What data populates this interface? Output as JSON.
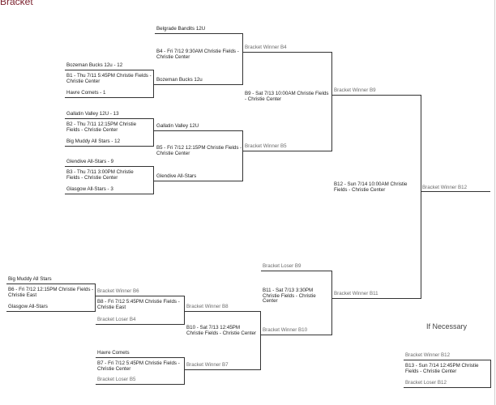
{
  "page": {
    "title": "Bracket",
    "if_necessary_label": "If Necessary"
  },
  "games": {
    "b1": {
      "top_team": "Bozeman Bucks 12u - 12",
      "info": "B1 - Thu 7/11 5:45PM Christie Fields - Christie Center",
      "bottom_team": "Havre Comets - 1"
    },
    "b2": {
      "top_team": "Gallatin Valley 12U - 13",
      "info": "B2 - Thu 7/11 12:15PM Christie Fields - Christie Center",
      "bottom_team": "Big Muddy All Stars - 12"
    },
    "b3": {
      "top_team": "Glendive All-Stars - 9",
      "info": "B3 - Thu 7/11 3:00PM Christie Fields - Christie Center",
      "bottom_team": "Glasgow All-Stars - 3"
    },
    "b4": {
      "top_team": "Belgrade Bandits 12U",
      "info": "B4 - Fri 7/12 9:30AM Christie Fields - Christie Center",
      "bottom_team": "Bozeman Bucks 12u"
    },
    "b5": {
      "top_team": "Gallatin Valley 12U",
      "info": "B5 - Fri 7/12 12:15PM Christie Fields - Christie Center",
      "bottom_team": "Glendive All-Stars"
    },
    "b6": {
      "top_team": "Big Muddy All Stars",
      "info": "B6 - Fri 7/12 12:15PM Christie Fields - Christie East",
      "bottom_team": "Glasgow All-Stars"
    },
    "b7": {
      "top_team": "Havre Comets",
      "info": "B7 - Fri 7/12 5:45PM Christie Fields - Christie Center",
      "bottom_team": "Bracket Loser B5"
    },
    "b8": {
      "top_team": "Bracket Winner B6",
      "info": "B8 - Fri 7/12 5:45PM Christie Fields - Christie East",
      "bottom_team": "Bracket Loser B4"
    },
    "b9": {
      "top_team": "Bracket Winner B4",
      "info": "B9 - Sat 7/13 10:00AM Christie Fields - Christie Center",
      "bottom_team": "Bracket Winner B5"
    },
    "b10": {
      "top_team": "Bracket Winner B8",
      "info": "B10 - Sat 7/13 12:45PM Christie Fields - Christie Center",
      "bottom_team": "Bracket Winner B7"
    },
    "b11": {
      "top_team": "Bracket Loser B9",
      "info": "B11 - Sat 7/13 3:30PM Christie Fields - Christie Center",
      "bottom_team": "Bracket Winner B10"
    },
    "b12": {
      "top_team": "Bracket Winner B9",
      "info": "B12 - Sun 7/14 10:00AM Christie Fields - Christie Center",
      "bottom_team": "Bracket Winner B11"
    },
    "b12_result": {
      "label": "Bracket Winner B12"
    },
    "b13": {
      "top_team": "Bracket Winner B12",
      "info": "B13 - Sun 7/14 12:45PM Christie Fields - Christie Center",
      "bottom_team": "Bracket Loser B12"
    }
  }
}
